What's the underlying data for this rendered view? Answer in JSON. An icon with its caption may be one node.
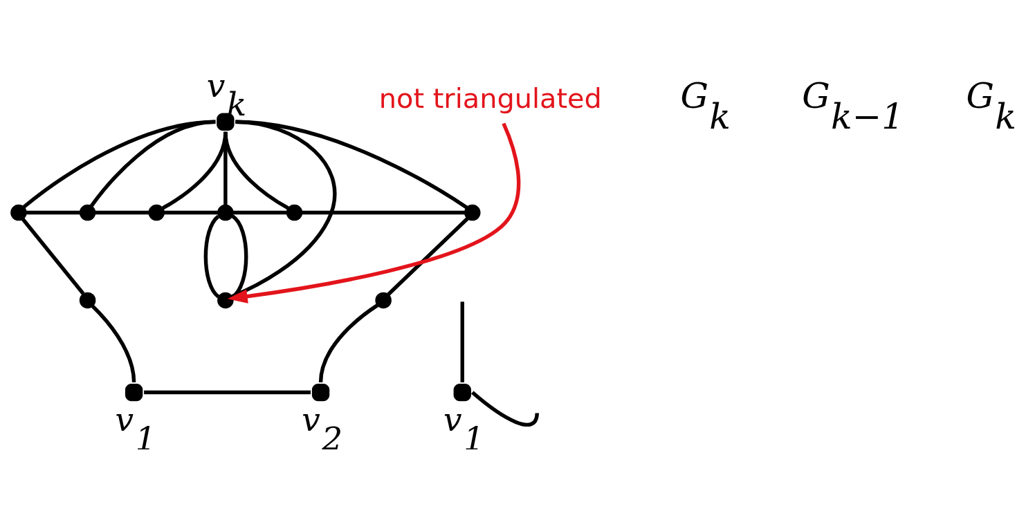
{
  "diagram": {
    "nodes": [
      {
        "text": [],
        "shape": "circle",
        "beside": [
          "v$_{k}$"
        ]
      },
      {
        "text": [],
        "shape": "circle"
      },
      {
        "text": [],
        "shape": "circle"
      },
      {
        "text": [],
        "shape": "circle"
      },
      {
        "text": [],
        "shape": "circle"
      },
      {
        "text": [],
        "shape": "circle"
      },
      {
        "text": [],
        "shape": "circle"
      },
      {
        "text": [],
        "shape": "circle"
      },
      {
        "text": [],
        "shape": "circle"
      },
      {
        "text": [],
        "shape": "circle"
      },
      {
        "text": [],
        "shape": "circle",
        "beside": [
          "v$_{1}$"
        ]
      },
      {
        "text": [],
        "shape": "circle",
        "beside": [
          "v$_{2}$"
        ]
      },
      {
        "text": [
          "not triangulated"
        ]
      },
      {
        "text": [],
        "shape": "circle",
        "beside": [
          "v$_{1}$"
        ]
      }
    ],
    "edges": [
      {
        "from": 0,
        "to": 1,
        "arrow": "none"
      },
      {
        "from": 0,
        "to": 2,
        "arrow": "none"
      },
      {
        "from": 0,
        "to": 3,
        "arrow": "none"
      },
      {
        "from": 0,
        "to": 5,
        "arrow": "none"
      },
      {
        "from": 0,
        "to": 4,
        "arrow": "none"
      },
      {
        "from": 0,
        "to": 6,
        "arrow": "none"
      },
      {
        "from": 0,
        "to": 7,
        "arrow": "none"
      },
      {
        "from": 1,
        "to": 2,
        "arrow": "none"
      },
      {
        "from": 2,
        "to": 3,
        "arrow": "none"
      },
      {
        "from": 3,
        "to": 5,
        "arrow": "none"
      },
      {
        "from": 5,
        "to": 4,
        "arrow": "none"
      },
      {
        "from": 5,
        "to": 4,
        "arrow": "none"
      },
      {
        "from": 5,
        "to": 6,
        "arrow": "none"
      },
      {
        "from": 6,
        "to": 7,
        "arrow": "none"
      },
      {
        "from": 1,
        "to": 8,
        "arrow": "none"
      },
      {
        "from": 7,
        "to": 9,
        "arrow": "none"
      },
      {
        "from": 8,
        "to": 10,
        "arrow": "none"
      },
      {
        "from": 9,
        "to": 11,
        "arrow": "none"
      },
      {
        "from": 10,
        "to": 11,
        "arrow": "none"
      },
      {
        "from": 12,
        "to": 4,
        "arrow": "to",
        "color": "#e3141b"
      },
      {
        "from": 13,
        "to": null,
        "arrow": "none"
      },
      {
        "from": 13,
        "to": null,
        "arrow": "none"
      }
    ],
    "labels": [
      "G$_{k}$",
      "G$_{k−1}$",
      "G$_{k}$"
    ]
  }
}
